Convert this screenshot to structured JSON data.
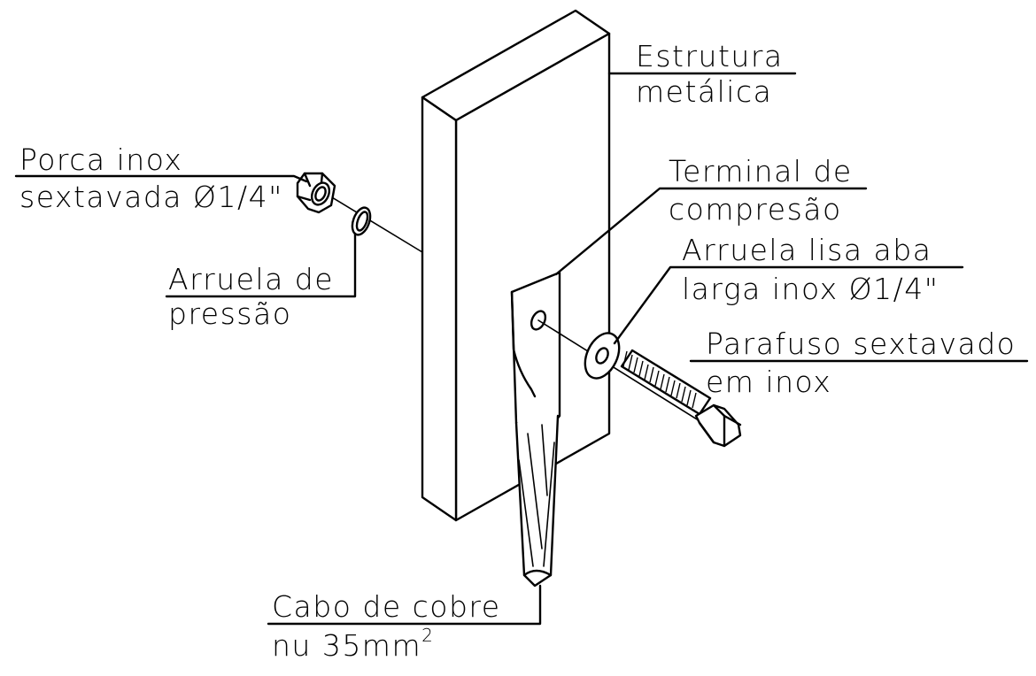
{
  "labels": {
    "estrutura": {
      "line1": "Estrutura",
      "line2": "metálica"
    },
    "porca": {
      "line1": "Porca inox",
      "line2": "sextavada Ø1/4\""
    },
    "terminal": {
      "line1": "Terminal de",
      "line2": "compresão"
    },
    "arruela_lisa": {
      "line1": "Arruela lisa aba",
      "line2": "larga inox Ø1/4\""
    },
    "arruela_pressao": {
      "line1": "Arruela de",
      "line2": "pressão"
    },
    "parafuso": {
      "line1": "Parafuso sextavado",
      "line2": "em inox"
    },
    "cabo": {
      "line1": "Cabo de cobre",
      "line2": "nu 35mm",
      "superscript": "2"
    }
  }
}
